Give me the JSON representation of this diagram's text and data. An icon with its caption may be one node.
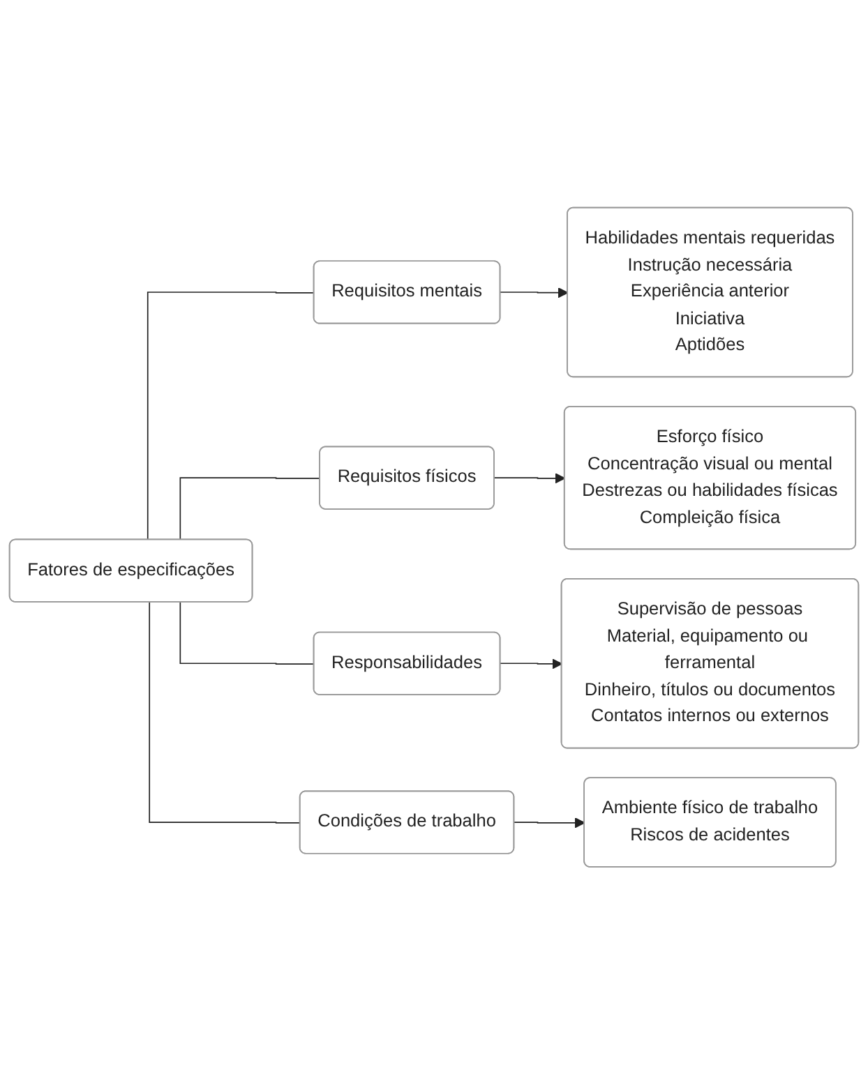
{
  "diagram": {
    "nodes": [
      {
        "text": [
          "Fatores de especificações"
        ]
      },
      {
        "text": [
          "Requisitos mentais"
        ]
      },
      {
        "text": [
          "Habilidades mentais requeridas",
          "Instrução necessária",
          "Experiência anterior",
          "Iniciativa",
          "Aptidões"
        ]
      },
      {
        "text": [
          "Requisitos físicos"
        ]
      },
      {
        "text": [
          "Esforço físico",
          "Concentração visual ou mental",
          "Destrezas ou habilidades físicas",
          "Compleição física"
        ]
      },
      {
        "text": [
          "Responsabilidades"
        ]
      },
      {
        "text": [
          "Supervisão de pessoas",
          "Material, equipamento ou ferramental",
          "Dinheiro, títulos ou documentos",
          "Contatos internos ou externos"
        ]
      },
      {
        "text": [
          "Condições de trabalho"
        ]
      },
      {
        "text": [
          "Ambiente físico de trabalho",
          "Riscos de acidentes"
        ]
      }
    ],
    "edges": [
      {
        "from": 0,
        "to": 1,
        "arrow": "none"
      },
      {
        "from": 0,
        "to": 3,
        "arrow": "none"
      },
      {
        "from": 0,
        "to": 5,
        "arrow": "none"
      },
      {
        "from": 0,
        "to": 7,
        "arrow": "none"
      },
      {
        "from": 1,
        "to": 2,
        "arrow": "to"
      },
      {
        "from": 3,
        "to": 4,
        "arrow": "to"
      },
      {
        "from": 5,
        "to": 6,
        "arrow": "to"
      },
      {
        "from": 7,
        "to": 8,
        "arrow": "to"
      }
    ]
  }
}
